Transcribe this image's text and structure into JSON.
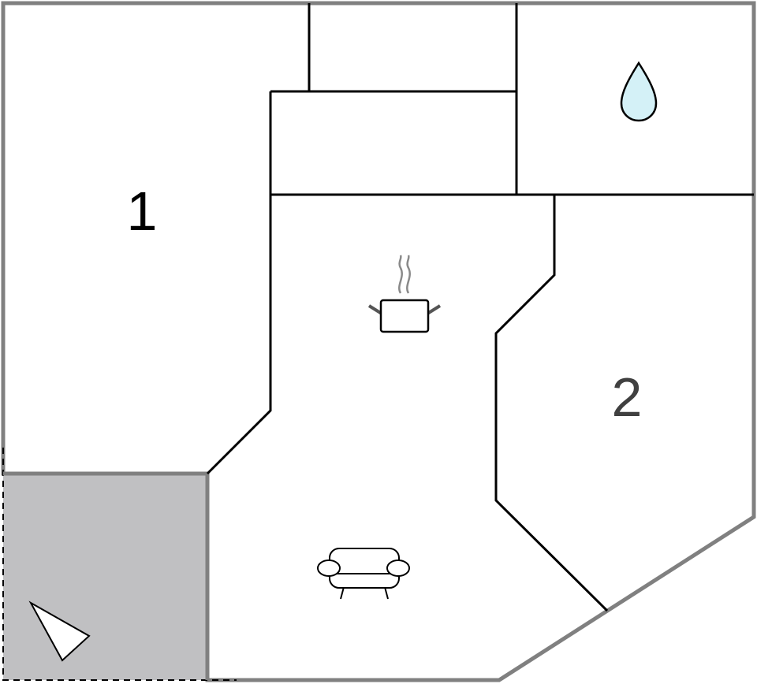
{
  "floorplan": {
    "rooms": [
      {
        "id": "bedroom-1",
        "label": "1"
      },
      {
        "id": "bedroom-2",
        "label": "2"
      }
    ],
    "icons": [
      {
        "name": "bathroom",
        "icon": "water-drop-icon"
      },
      {
        "name": "kitchen",
        "icon": "cooking-pot-icon"
      },
      {
        "name": "living-room",
        "icon": "sofa-icon"
      },
      {
        "name": "terrace-direction",
        "icon": "compass-triangle-icon"
      }
    ],
    "colors": {
      "wall_outer": "#808080",
      "wall_inner": "#000000",
      "terrace": "#c0c0c2",
      "water": "#d4f1f7"
    }
  }
}
